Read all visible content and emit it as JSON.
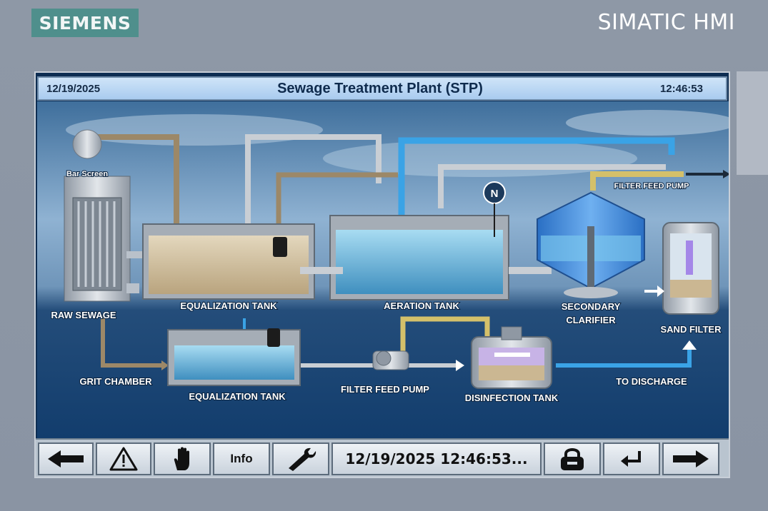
{
  "brand": {
    "name": "SIEMENS",
    "product": "SIMATIC HMI"
  },
  "header": {
    "date": "12/19/2025",
    "title": "Sewage Treatment Plant (STP)",
    "time": "12:46:53"
  },
  "process": {
    "labels": {
      "bar_screen": "Bar Screen",
      "raw_sewage": "RAW SEWAGE",
      "equalization_tank_top": "EQUALIZATION TANK",
      "aeration_tank": "AERATION TANK",
      "secondary_clarifier_1": "SECONDARY",
      "secondary_clarifier_2": "CLARIFIER",
      "sand_filter": "SAND FILTER",
      "filter_feed_pump_top": "FILTER FEED PUMP",
      "grit_chamber": "GRIT CHAMBER",
      "equalization_tank_bottom": "EQUALIZATION TANK",
      "filter_feed_pump_bottom": "FILTER FEED PUMP",
      "disinfection_tank": "DISINFECTION TANK",
      "to_discharge": "TO DISCHARGE",
      "n_indicator": "N"
    }
  },
  "toolbar": {
    "back": "left-arrow-icon",
    "alarm": "warning-icon",
    "stop": "hand-icon",
    "info_label": "Info",
    "settings": "wrench-icon",
    "datetime": "12/19/2025 12:46:53...",
    "lock": "padlock-icon",
    "enter": "enter-icon",
    "forward": "right-arrow-icon"
  },
  "colors": {
    "brand": "#4f8f8c",
    "title_bar": "#b8d6f5",
    "water": "#5fb2dc",
    "pipe_blue": "#3aa3e6",
    "pipe_yellow": "#d4c06a",
    "pipe_brown": "#9c8868",
    "pipe_gray": "#c9ced4"
  }
}
